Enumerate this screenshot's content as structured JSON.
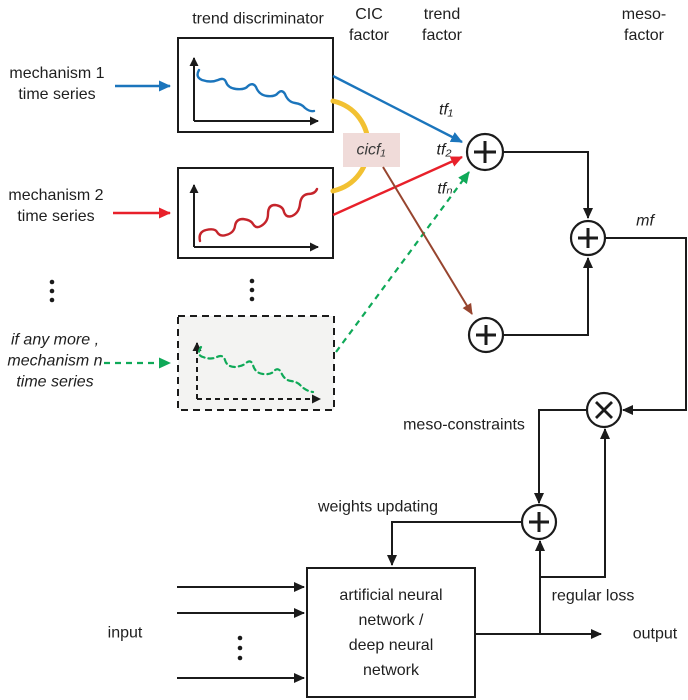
{
  "header": {
    "trend_discriminator": "trend discriminator",
    "cic_factor": "CIC\nfactor",
    "trend_factor": "trend\nfactor",
    "meso_factor": "meso-\nfactor"
  },
  "sources": {
    "mech1_label": "mechanism 1\ntime series",
    "mech2_label": "mechanism 2\ntime series",
    "mechn_label": "if any more ,\nmechanism n\ntime series",
    "trends": {
      "mech1": "declining",
      "mech2": "rising",
      "mechn": "declining"
    }
  },
  "factors": {
    "tf1": "tf₁",
    "tf2": "tf₂",
    "tfn": "tfₙ",
    "cicf1": "cicf₁",
    "mf": "mf"
  },
  "network": {
    "meso_constraints_label": "meso-constraints",
    "weights_updating_label": "weights updating",
    "regular_loss_label": "regular loss",
    "input_label": "input",
    "output_label": "output",
    "ann_label": "artificial neural\nnetwork /\ndeep neural\nnetwork"
  },
  "colors": {
    "blue": "#1b75bc",
    "red_arrow": "#e8202a",
    "red_curve": "#c5242b",
    "green": "#0fa958",
    "yellow_arc": "#f2c132",
    "brown": "#97452f",
    "cicf1_bg": "#f0dbd9",
    "dashed_box_bg": "#f3f3f2",
    "line": "#1b1b1b"
  }
}
